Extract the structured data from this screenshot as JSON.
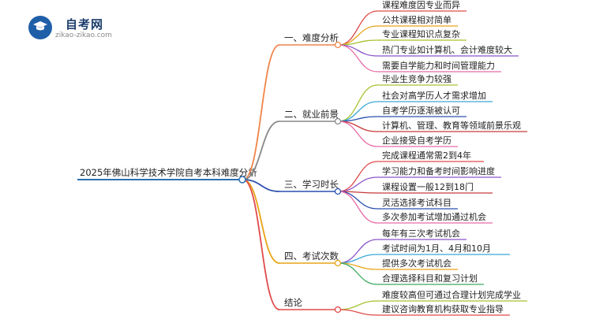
{
  "logo": {
    "title": "自考网",
    "subtitle": "zikao-zikao.com"
  },
  "root": {
    "label": "2025年佛山科学技术学院自考本科难度分析"
  },
  "branches": [
    {
      "label": "一、难度分析",
      "color": "#f0844a",
      "children": [
        {
          "label": "课程难度因专业而异",
          "color": "#e04a4a"
        },
        {
          "label": "公共课程相对简单",
          "color": "#e8a317"
        },
        {
          "label": "专业课程知识点复杂",
          "color": "#a6c22e"
        },
        {
          "label": "热门专业如计算机、会计难度较大",
          "color": "#8a53c9"
        },
        {
          "label": "需要自学能力和时间管理能力",
          "color": "#e86aa6"
        }
      ]
    },
    {
      "label": "二、就业前景",
      "color": "#888888",
      "children": [
        {
          "label": "毕业生竞争力较强",
          "color": "#a6c22e"
        },
        {
          "label": "社会对高学历人才需求增加",
          "color": "#3aa8d8"
        },
        {
          "label": "自考学历逐渐被认可",
          "color": "#2a4fb0"
        },
        {
          "label": "计算机、管理、教育等领域前景乐观",
          "color": "#c83a3a"
        },
        {
          "label": "企业接受自考学历",
          "color": "#e86aa6"
        }
      ]
    },
    {
      "label": "三、学习时长",
      "color": "#2a4fb0",
      "children": [
        {
          "label": "完成课程通常需2到4年",
          "color": "#e04a4a"
        },
        {
          "label": "学习能力和备考时间影响进度",
          "color": "#8a53c9"
        },
        {
          "label": "课程设置一般12到18门",
          "color": "#c83a3a"
        },
        {
          "label": "灵活选择考试科目",
          "color": "#2a4fb0"
        },
        {
          "label": "多次参加考试增加通过机会",
          "color": "#e86aa6"
        }
      ]
    },
    {
      "label": "四、考试次数",
      "color": "#e8a317",
      "children": [
        {
          "label": "每年有三次考试机会",
          "color": "#8a53c9"
        },
        {
          "label": "考试时间为1月、4月和10月",
          "color": "#3aa8d8"
        },
        {
          "label": "提供多次考试机会",
          "color": "#e8a317"
        },
        {
          "label": "合理选择科目和复习计划",
          "color": "#3aaa5e"
        }
      ]
    },
    {
      "label": "结论",
      "color": "#e04a4a",
      "children": [
        {
          "label": "难度较高但可通过合理计划完成学业",
          "color": "#a6c22e"
        },
        {
          "label": "建议咨询教育机构获取专业指导",
          "color": "#e04a4a"
        }
      ]
    }
  ]
}
